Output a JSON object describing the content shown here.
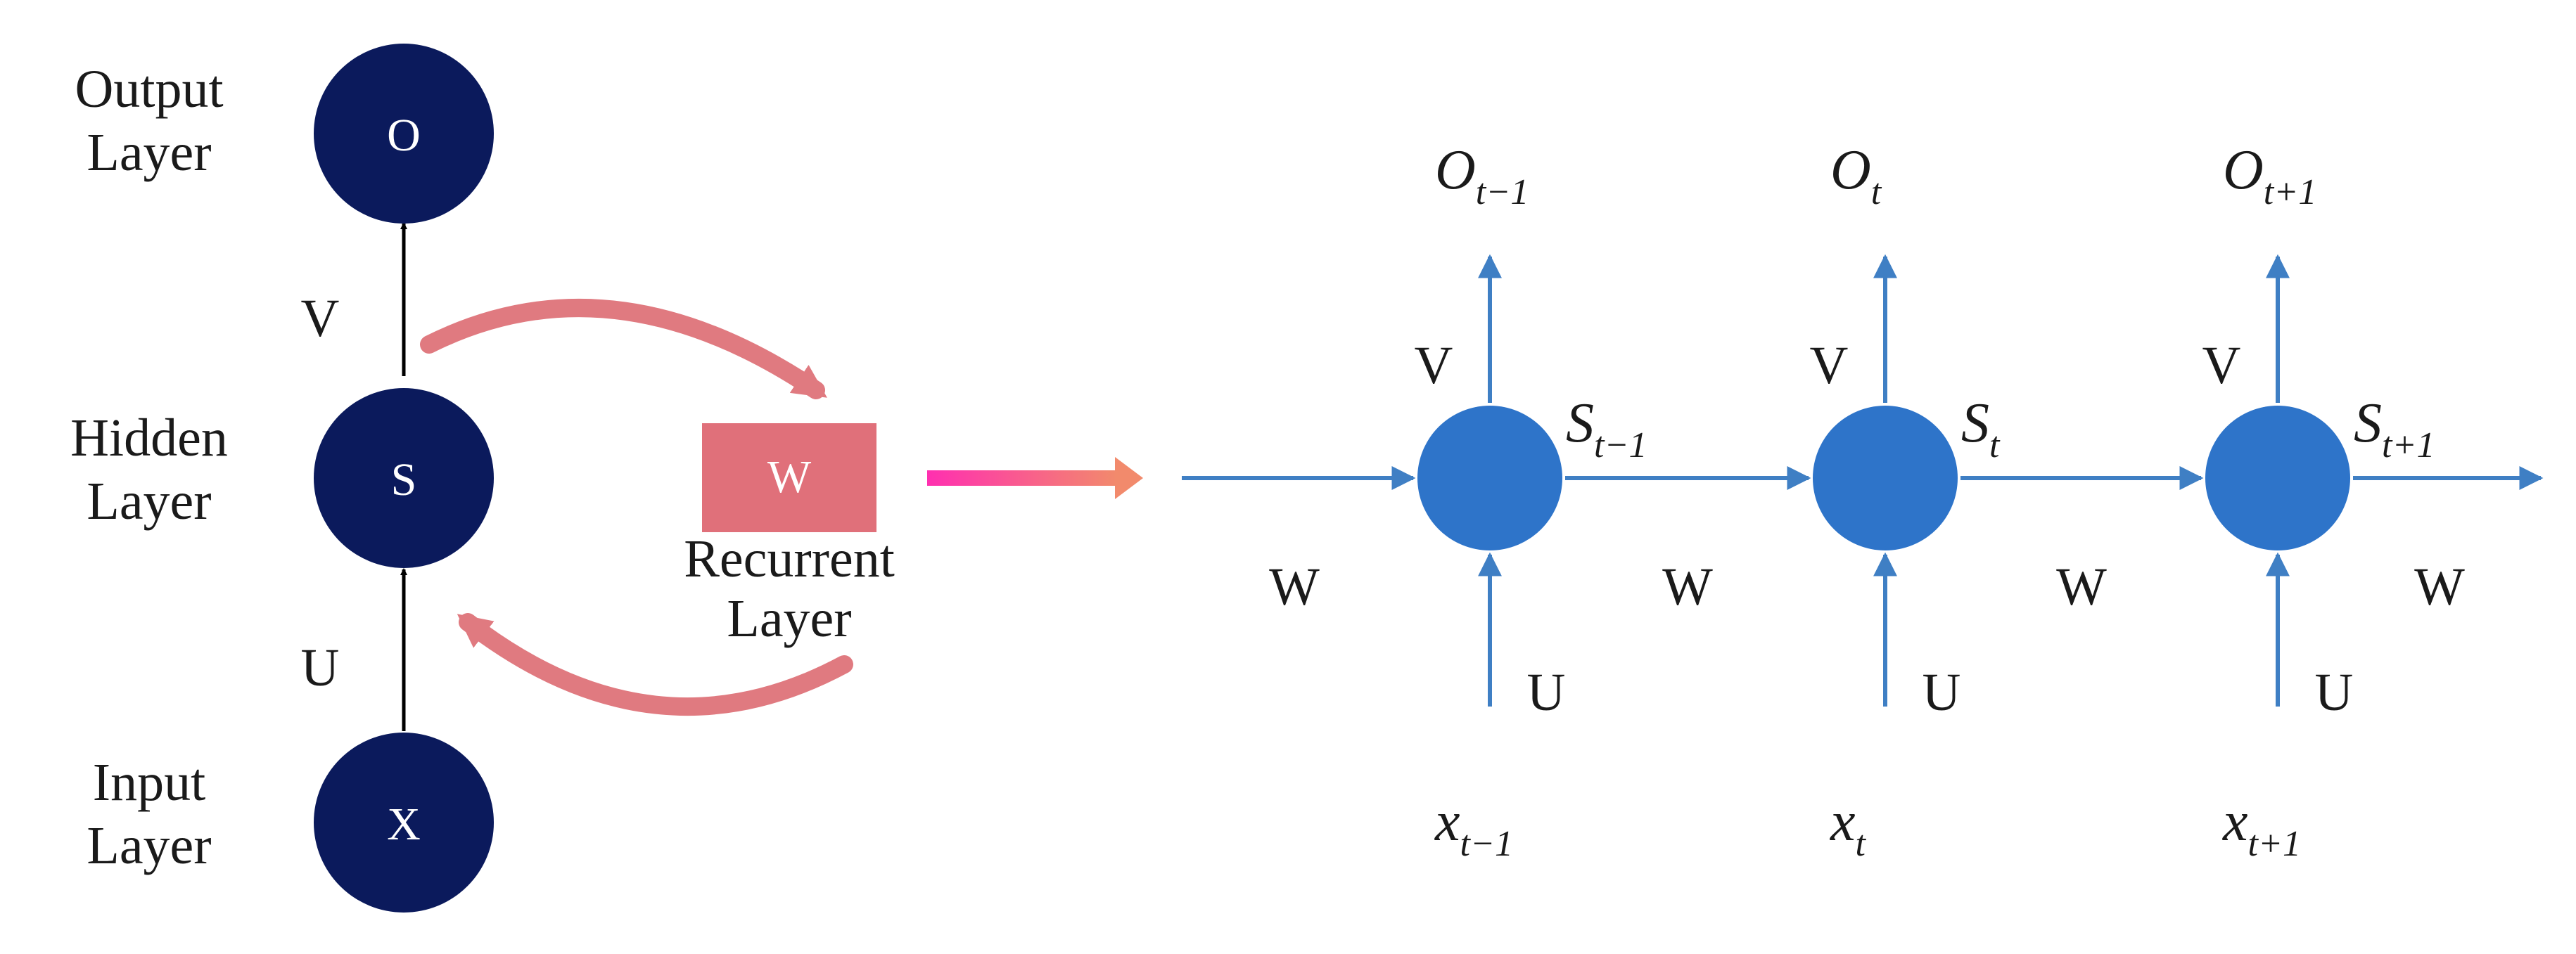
{
  "colors": {
    "node_dark": "#0b1a5c",
    "node_blue": "#2e74c9",
    "arrow_blue": "#3f7fc4",
    "recurrent_pink": "#e07a80",
    "w_box": "#e0707a",
    "transition_start": "#ff2fb0",
    "transition_end": "#f28a6c",
    "text": "#1a1a1a"
  },
  "folded": {
    "layers": {
      "output": [
        "Output",
        "Layer"
      ],
      "hidden": [
        "Hidden",
        "Layer"
      ],
      "input": [
        "Input",
        "Layer"
      ]
    },
    "nodes": {
      "output": "O",
      "hidden": "S",
      "input": "X"
    },
    "weights": {
      "v": "V",
      "u": "U"
    },
    "recurrent_box": {
      "label": "W"
    },
    "recurrent_caption": [
      "Recurrent",
      "Layer"
    ]
  },
  "unfolded": {
    "steps": [
      {
        "output": {
          "base": "O",
          "sub": "t−1"
        },
        "state": {
          "base": "S",
          "sub": "t−1"
        },
        "input": {
          "base": "x",
          "sub": "t−1"
        },
        "v": "V",
        "u": "U",
        "w": "W"
      },
      {
        "output": {
          "base": "O",
          "sub": "t"
        },
        "state": {
          "base": "S",
          "sub": "t"
        },
        "input": {
          "base": "x",
          "sub": "t"
        },
        "v": "V",
        "u": "U",
        "w": "W"
      },
      {
        "output": {
          "base": "O",
          "sub": "t+1"
        },
        "state": {
          "base": "S",
          "sub": "t+1"
        },
        "input": {
          "base": "x",
          "sub": "t+1"
        },
        "v": "V",
        "u": "U",
        "w": "W"
      }
    ],
    "incoming_w": "W"
  }
}
